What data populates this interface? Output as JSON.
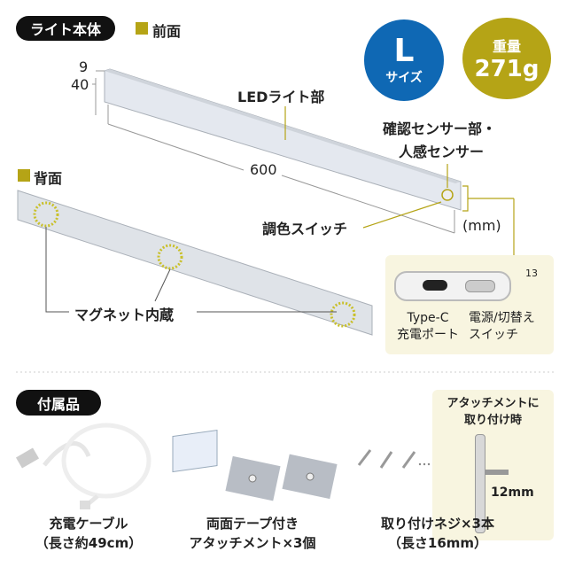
{
  "body_section": {
    "title": "ライト本体",
    "front_label": "前面",
    "back_label": "背面"
  },
  "badges": {
    "size_letter": "L",
    "size_label": "サイズ",
    "weight_label": "重量",
    "weight_value": "271g"
  },
  "dimensions": {
    "depth": "9",
    "height": "40",
    "length": "600",
    "unit": "(mm)",
    "port_height": "13"
  },
  "callouts": {
    "led": "LEDライト部",
    "sensor_line1": "確認センサー部・",
    "sensor_line2": "人感センサー",
    "color_switch": "調色スイッチ",
    "magnet": "マグネット内蔵",
    "typec_line1": "Type-C",
    "typec_line2": "充電ポート",
    "power_line1": "電源/切替え",
    "power_line2": "スイッチ"
  },
  "accessories": {
    "title": "付属品",
    "items": [
      {
        "line1": "充電ケーブル",
        "line2": "（長さ約49cm）"
      },
      {
        "line1": "両面テープ付き",
        "line2": "アタッチメント×3個"
      },
      {
        "line1": "取り付けネジ×3本",
        "line2": "（長さ16mm）"
      }
    ],
    "mount_note_line1": "アタッチメントに",
    "mount_note_line2": "取り付け時",
    "mount_screw_length": "12mm"
  },
  "colors": {
    "olive": "#b5a416",
    "blue": "#0f68b4",
    "inset_bg": "#f8f5e0"
  }
}
